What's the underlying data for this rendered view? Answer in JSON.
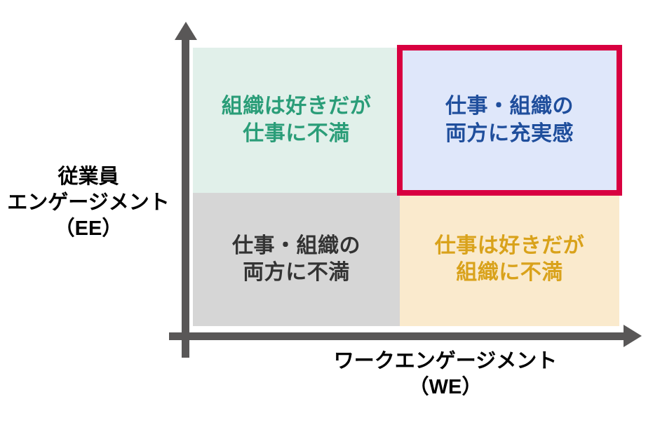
{
  "chart_data": {
    "type": "scatter",
    "title": "",
    "subtitle": "",
    "xlabel": "ワークエンゲージメント\n（WE）",
    "ylabel": "従業員\nエンゲージメント\n（EE）",
    "xlim": [
      "low",
      "high"
    ],
    "ylim": [
      "low",
      "high"
    ],
    "grid": false,
    "legend_position": "none",
    "quadrant_layout": "2x2",
    "highlighted_quadrant": "top-right",
    "quadrants": [
      {
        "id": "top-left",
        "position": "high EE / low WE",
        "label": "組織は好きだが\n仕事に不満",
        "fill": "#e1f0ea",
        "text_color": "#2a9d78",
        "highlighted": false
      },
      {
        "id": "top-right",
        "position": "high EE / high WE",
        "label": "仕事・組織の\n両方に充実感",
        "fill": "#dfe7fa",
        "text_color": "#1f4e9c",
        "highlighted": true,
        "highlight_color": "#d80040"
      },
      {
        "id": "bottom-left",
        "position": "low EE / low WE",
        "label": "仕事・組織の\n両方に不満",
        "fill": "#d6d6d6",
        "text_color": "#333333",
        "highlighted": false
      },
      {
        "id": "bottom-right",
        "position": "low EE / high WE",
        "label": "仕事は好きだが\n組織に不満",
        "fill": "#faeacd",
        "text_color": "#d9a21b",
        "highlighted": false
      }
    ]
  },
  "axes": {
    "y_title": "従業員\nエンゲージメント\n（EE）",
    "x_title": "ワークエンゲージメント\n（WE）",
    "axis_color": "#595757",
    "y_arrow_icon": "arrow-up-icon",
    "x_arrow_icon": "arrow-right-icon"
  },
  "colors": {
    "background": "#ffffff",
    "axis": "#595757",
    "highlight": "#d80040",
    "quadrant_green_bg": "#e1f0ea",
    "quadrant_green_text": "#2a9d78",
    "quadrant_blue_bg": "#dfe7fa",
    "quadrant_blue_text": "#1f4e9c",
    "quadrant_gray_bg": "#d6d6d6",
    "quadrant_gray_text": "#333333",
    "quadrant_orange_bg": "#faeacd",
    "quadrant_orange_text": "#d9a21b"
  }
}
